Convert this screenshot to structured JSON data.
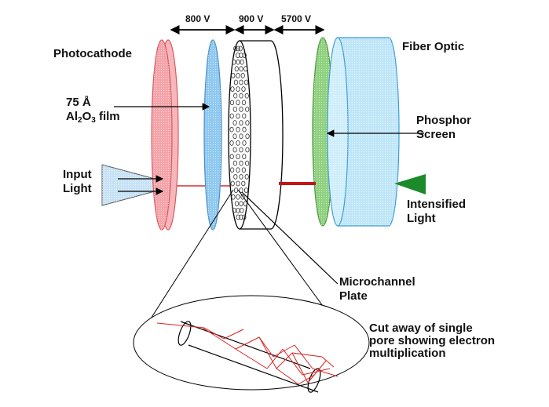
{
  "voltages": {
    "v1": "800 V",
    "v2": "900 V",
    "v3": "5700 V"
  },
  "labels": {
    "photocathode": "Photocathode",
    "fiber_optic": "Fiber Optic",
    "film_line1": "75 Å",
    "film_al": "Al",
    "film_sub2": "2",
    "film_o": "O",
    "film_sub3": "3",
    "film_rest": " film",
    "phosphor_line1": "Phosphor",
    "phosphor_line2": "Screen",
    "input_line1": "Input",
    "input_line2": "Light",
    "intensified_line1": "Intensified",
    "intensified_line2": "Light",
    "mcp_line1": "Microchannel",
    "mcp_line2": "Plate",
    "cutaway_line1": "Cut away of single",
    "cutaway_line2": "pore showing electron",
    "cutaway_line3": "multiplication"
  },
  "colors": {
    "photocathode": "#f4a3a8",
    "film": "#8ec8f0",
    "phosphor": "#8fd07f",
    "fiber": "#bfe6f7",
    "beam": "#c01818",
    "output": "#1a8a2a"
  }
}
